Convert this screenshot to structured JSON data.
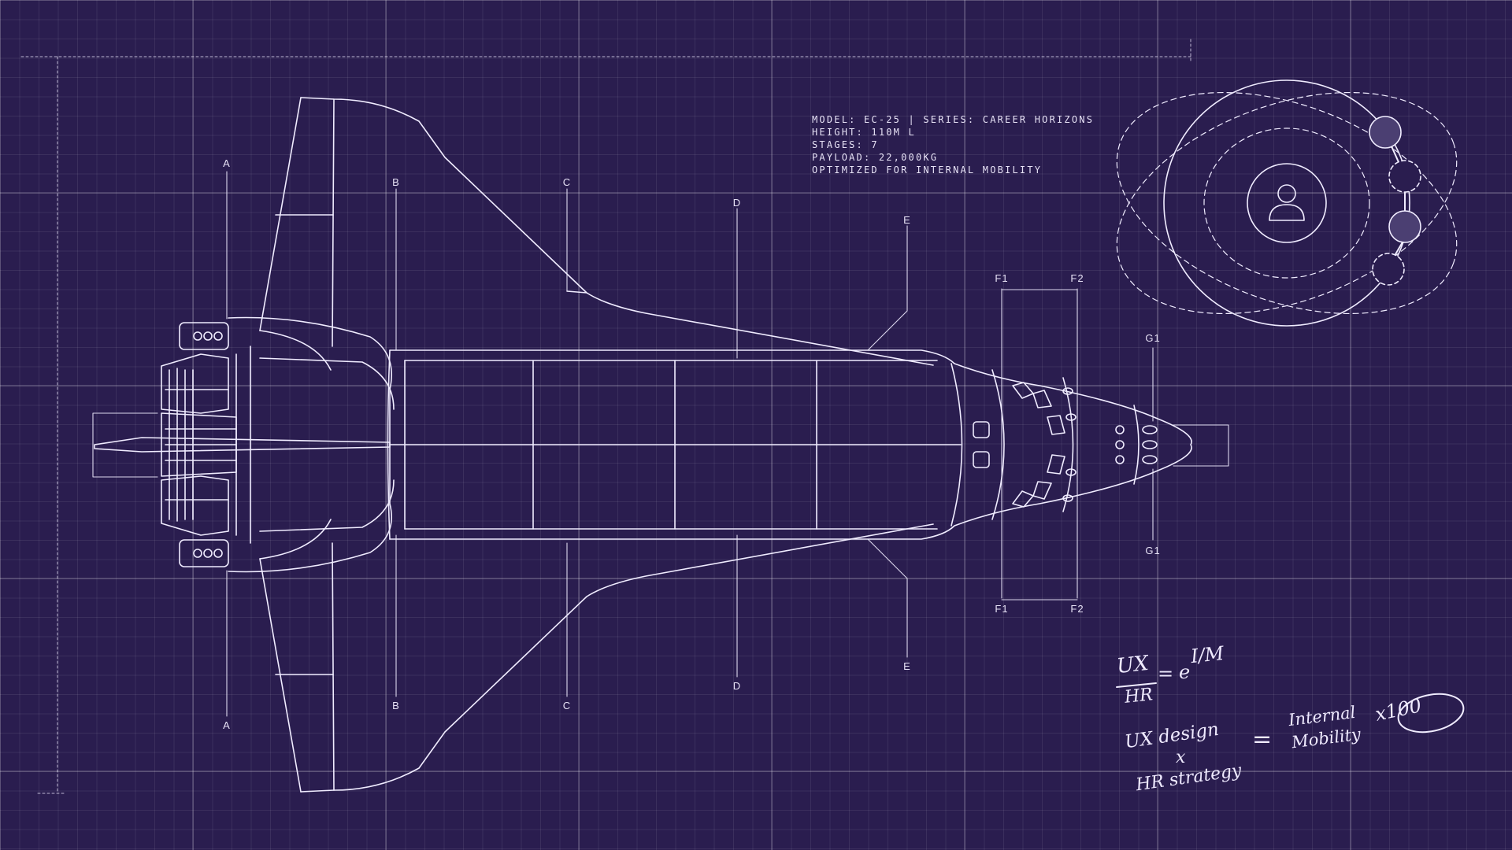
{
  "specs": {
    "line1": "MODEL: EC-25 | SERIES: CAREER HORIZONS",
    "line2": "HEIGHT: 110M L",
    "line3": "STAGES: 7",
    "line4": "PAYLOAD: 22,000KG",
    "line5": "OPTIMIZED FOR INTERNAL MOBILITY"
  },
  "section_labels": {
    "a": "A",
    "b": "B",
    "c": "C",
    "d": "D",
    "e": "E",
    "f1": "F1",
    "f2": "F2",
    "g1": "G1"
  },
  "formula": {
    "numerator": "UX",
    "denominator": "HR",
    "equals": "=",
    "base": "e",
    "exponent": "I/M",
    "term1": "UX design",
    "times": "x",
    "term2": "HR strategy",
    "result_equals": "=",
    "result_line1": "Internal",
    "result_line2": "Mobility",
    "multiplier": "x100"
  },
  "icons": [
    "person-icon"
  ],
  "colors": {
    "background": "#2a1d4f",
    "line": "#f0ecff"
  }
}
